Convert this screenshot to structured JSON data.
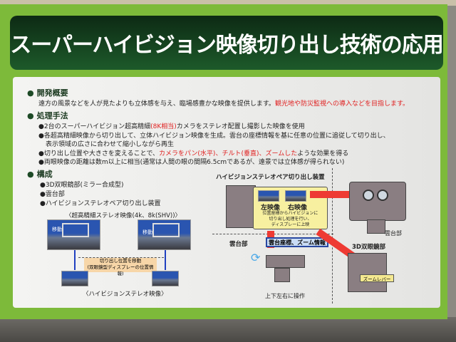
{
  "title": "スーパーハイビジョン映像切り出し技術の応用",
  "sections": {
    "overview": {
      "heading": "開発概要",
      "text": "遠方の風景などを人が見たよりも立体感を与え、臨場感豊かな映像を提供します。",
      "text_red": "観光地や防災監視への導入などを目指します。"
    },
    "method": {
      "heading": "処理手法",
      "b1a": "●2台のスーパーハイビジョン超高精細",
      "b1red": "(8K相当)",
      "b1b": "カメラをステレオ配置し撮影した映像を使用",
      "b2": "●各超高精細映像から切り出して、立体ハイビジョン映像を生成。雲台の座標情報を基に任意の位置に追従して切り出し、",
      "b2cont": "表示領域の広さに合わせて縮小しながら再生",
      "b3a": "●切り出し位置や大きさを変えることで、",
      "b3red": "カメラをパン(水平)、チルト(垂直)、ズームした",
      "b3b": "ような効果を得る",
      "b4": "●両眼映像の距離は数m以上に相当(通常は人間の眼の間隔6.5cmであるが、遠景では立体感が得られない)"
    },
    "config": {
      "heading": "構成",
      "items": [
        "●3D双眼鏡部(ミラー合成型)",
        "●雲台部",
        "●ハイビジョンステレオペア切り出し装置"
      ]
    }
  },
  "left_diagram": {
    "caption_top": "〈超高精細ステレオ映像(4k、8k(SHV))〉",
    "move_label": "移動",
    "shift_line1": "切り出し位置を移動",
    "shift_line2": "(双眼鏡型ディスプレーの位置情報)",
    "caption_bottom": "〈ハイビジョンステレオ映像〉"
  },
  "right_diagram": {
    "device_title": "ハイビジョンステレオペア切り出し装置",
    "left_image": "左映像",
    "right_image": "右映像",
    "process_text": [
      "位置座標からハイビジョンに",
      "切り出し処理を行い、",
      "ディスプレーに上映"
    ],
    "pan_head": "雲台部",
    "pan_head_small": "雲台部",
    "binocular": "3D双眼鏡部",
    "coords_label": "雲台座標、ズーム情報",
    "zoom_lever": "ズームレバー",
    "operate": "上下左右に操作"
  }
}
